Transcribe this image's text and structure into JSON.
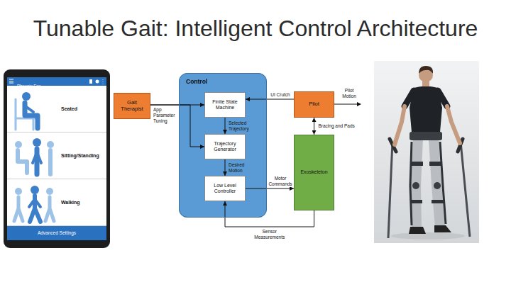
{
  "diagram": {
    "title": "Tunable Gait: Intelligent Control Architecture",
    "nodes": [
      {
        "text": [
          "Phoenix Exo"
        ]
      },
      {
        "text": [
          "Seated"
        ],
        "in": 0
      },
      {
        "text": [
          "Sitting/Standing"
        ],
        "in": 0
      },
      {
        "text": [
          "Walking"
        ],
        "in": 0
      },
      {
        "text": [
          "Advanced Settings"
        ],
        "in": 0
      },
      {
        "text": [
          "Gait Therapist"
        ]
      },
      {
        "text": [
          "Control"
        ]
      },
      {
        "text": [
          "Finite State Machine"
        ],
        "in": 6
      },
      {
        "text": [
          "Trajectory Generator"
        ],
        "in": 6
      },
      {
        "text": [
          "Low Level Controller"
        ],
        "in": 6
      },
      {
        "text": [
          "Pilot"
        ]
      },
      {
        "text": [
          "Exoskeleton"
        ]
      }
    ],
    "edges": [
      {
        "from": 5,
        "to": 7,
        "arrow": "to",
        "label": "App Parameter Tuning"
      },
      {
        "from": 5,
        "to": 8,
        "arrow": "to"
      },
      {
        "from": 10,
        "to": 7,
        "arrow": "to",
        "label": "UI Crutch"
      },
      {
        "from": 7,
        "to": 8,
        "arrow": "to",
        "label": "Selected Trajectory"
      },
      {
        "from": 8,
        "to": 9,
        "arrow": "to",
        "label": "Desired Motion"
      },
      {
        "from": 9,
        "to": 11,
        "arrow": "to",
        "label": "Motor Commands"
      },
      {
        "from": 11,
        "to": 9,
        "arrow": "to",
        "label": "Sensor Measurements"
      },
      {
        "from": 10,
        "to": 11,
        "arrow": "both",
        "label": "Bracing and Pads"
      }
    ],
    "labels": [
      "Pilot Motion"
    ]
  }
}
